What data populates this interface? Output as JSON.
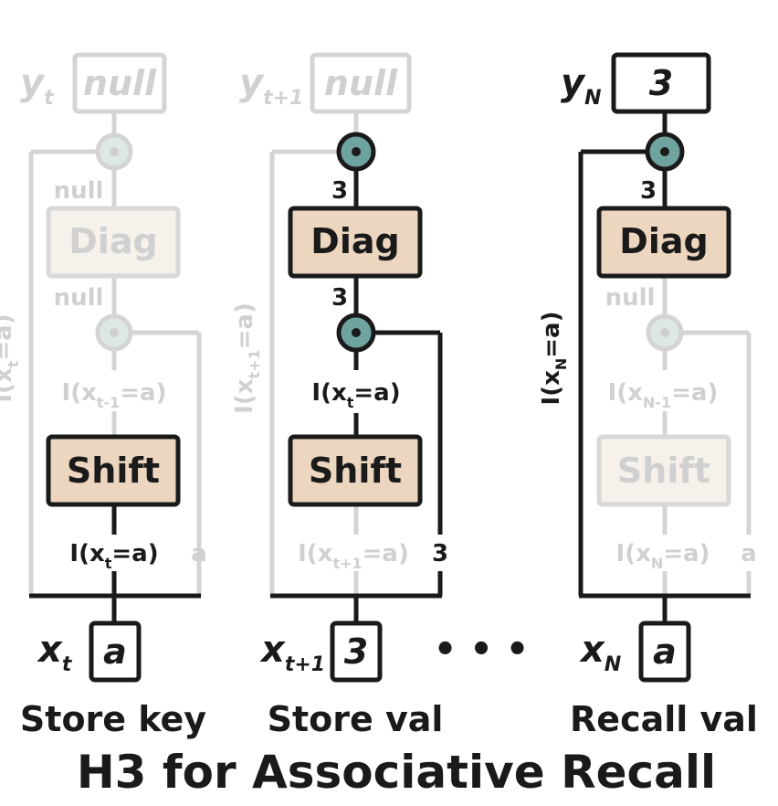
{
  "title": "H3 for Associative Recall",
  "dots": "• • •",
  "colors": {
    "block_fill": "#ecd6bf",
    "node_fill": "#6fa3a0",
    "dark": "#1a1a1a",
    "faded": "#d2d2d2",
    "faded_block_fill": "#f6f1ea",
    "faded_node_fill": "#dde8e6"
  },
  "columns": [
    {
      "caption": "Store key",
      "x": {
        "sym": "x",
        "sub": "t"
      },
      "x_value": "a",
      "y": {
        "sym": "y",
        "sub": "t"
      },
      "y_value": "null",
      "top_edge": "null",
      "mid_edge": "null",
      "between_label": {
        "base": "I(x",
        "sub": "t-1",
        "rest": "=a)"
      },
      "shift_out_label": {
        "base": "I(x",
        "sub": "t",
        "rest": "=a)"
      },
      "side_value": "a",
      "side_label": {
        "base": "I(x",
        "sub": "t",
        "rest": "=a)"
      },
      "diag": "Diag",
      "shift": "Shift"
    },
    {
      "caption": "Store val",
      "x": {
        "sym": "x",
        "sub": "t+1"
      },
      "x_value": "3",
      "y": {
        "sym": "y",
        "sub": "t+1"
      },
      "y_value": "null",
      "top_edge": "3",
      "mid_edge": "3",
      "between_label": {
        "base": "I(x",
        "sub": "t",
        "rest": "=a)"
      },
      "shift_out_label": {
        "base": "I(x",
        "sub": "t+1",
        "rest": "=a)"
      },
      "side_value": "3",
      "side_label": {
        "base": "I(x",
        "sub": "t+1",
        "rest": "=a)"
      },
      "diag": "Diag",
      "shift": "Shift"
    },
    {
      "caption": "Recall val",
      "x": {
        "sym": "x",
        "sub": "N"
      },
      "x_value": "a",
      "y": {
        "sym": "y",
        "sub": "N"
      },
      "y_value": "3",
      "top_edge": "3",
      "mid_edge": "null",
      "between_label": {
        "base": "I(x",
        "sub": "N-1",
        "rest": "=a)"
      },
      "shift_out_label": {
        "base": "I(x",
        "sub": "N",
        "rest": "=a)"
      },
      "side_value": "a",
      "side_label": {
        "base": "I(x",
        "sub": "N",
        "rest": "=a)"
      },
      "diag": "Diag",
      "shift": "Shift"
    }
  ]
}
